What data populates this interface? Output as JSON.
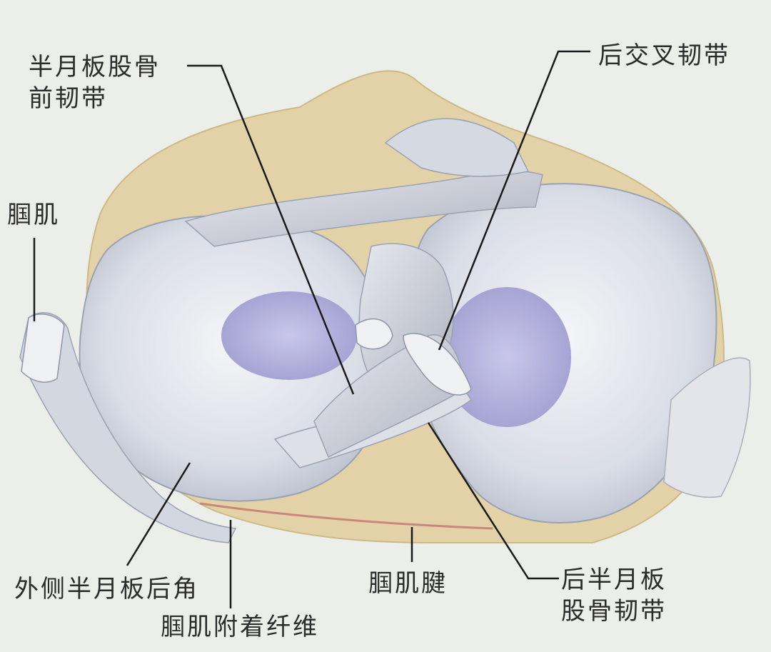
{
  "labels": {
    "amfl": {
      "line1": "半月板股骨",
      "line2": "前韧带"
    },
    "pcl": "后交叉韧带",
    "popliteus_muscle": "腘肌",
    "lateral_posterior_horn": "外侧半月板后角",
    "popliteus_tendon": "腘肌腱",
    "pmfl": {
      "line1": "后半月板",
      "line2": "股骨韧带"
    },
    "popliteus_fibers": "腘肌附着纤维"
  },
  "colors": {
    "background": "#eceeea",
    "tibia": "#e3d2a8",
    "meniscus": "#d8dde5",
    "cartilage": "#b7b5dc",
    "ligament": "#c9ccd4",
    "leader_line": "#1a1a1a",
    "vessel": "#c9877c"
  }
}
